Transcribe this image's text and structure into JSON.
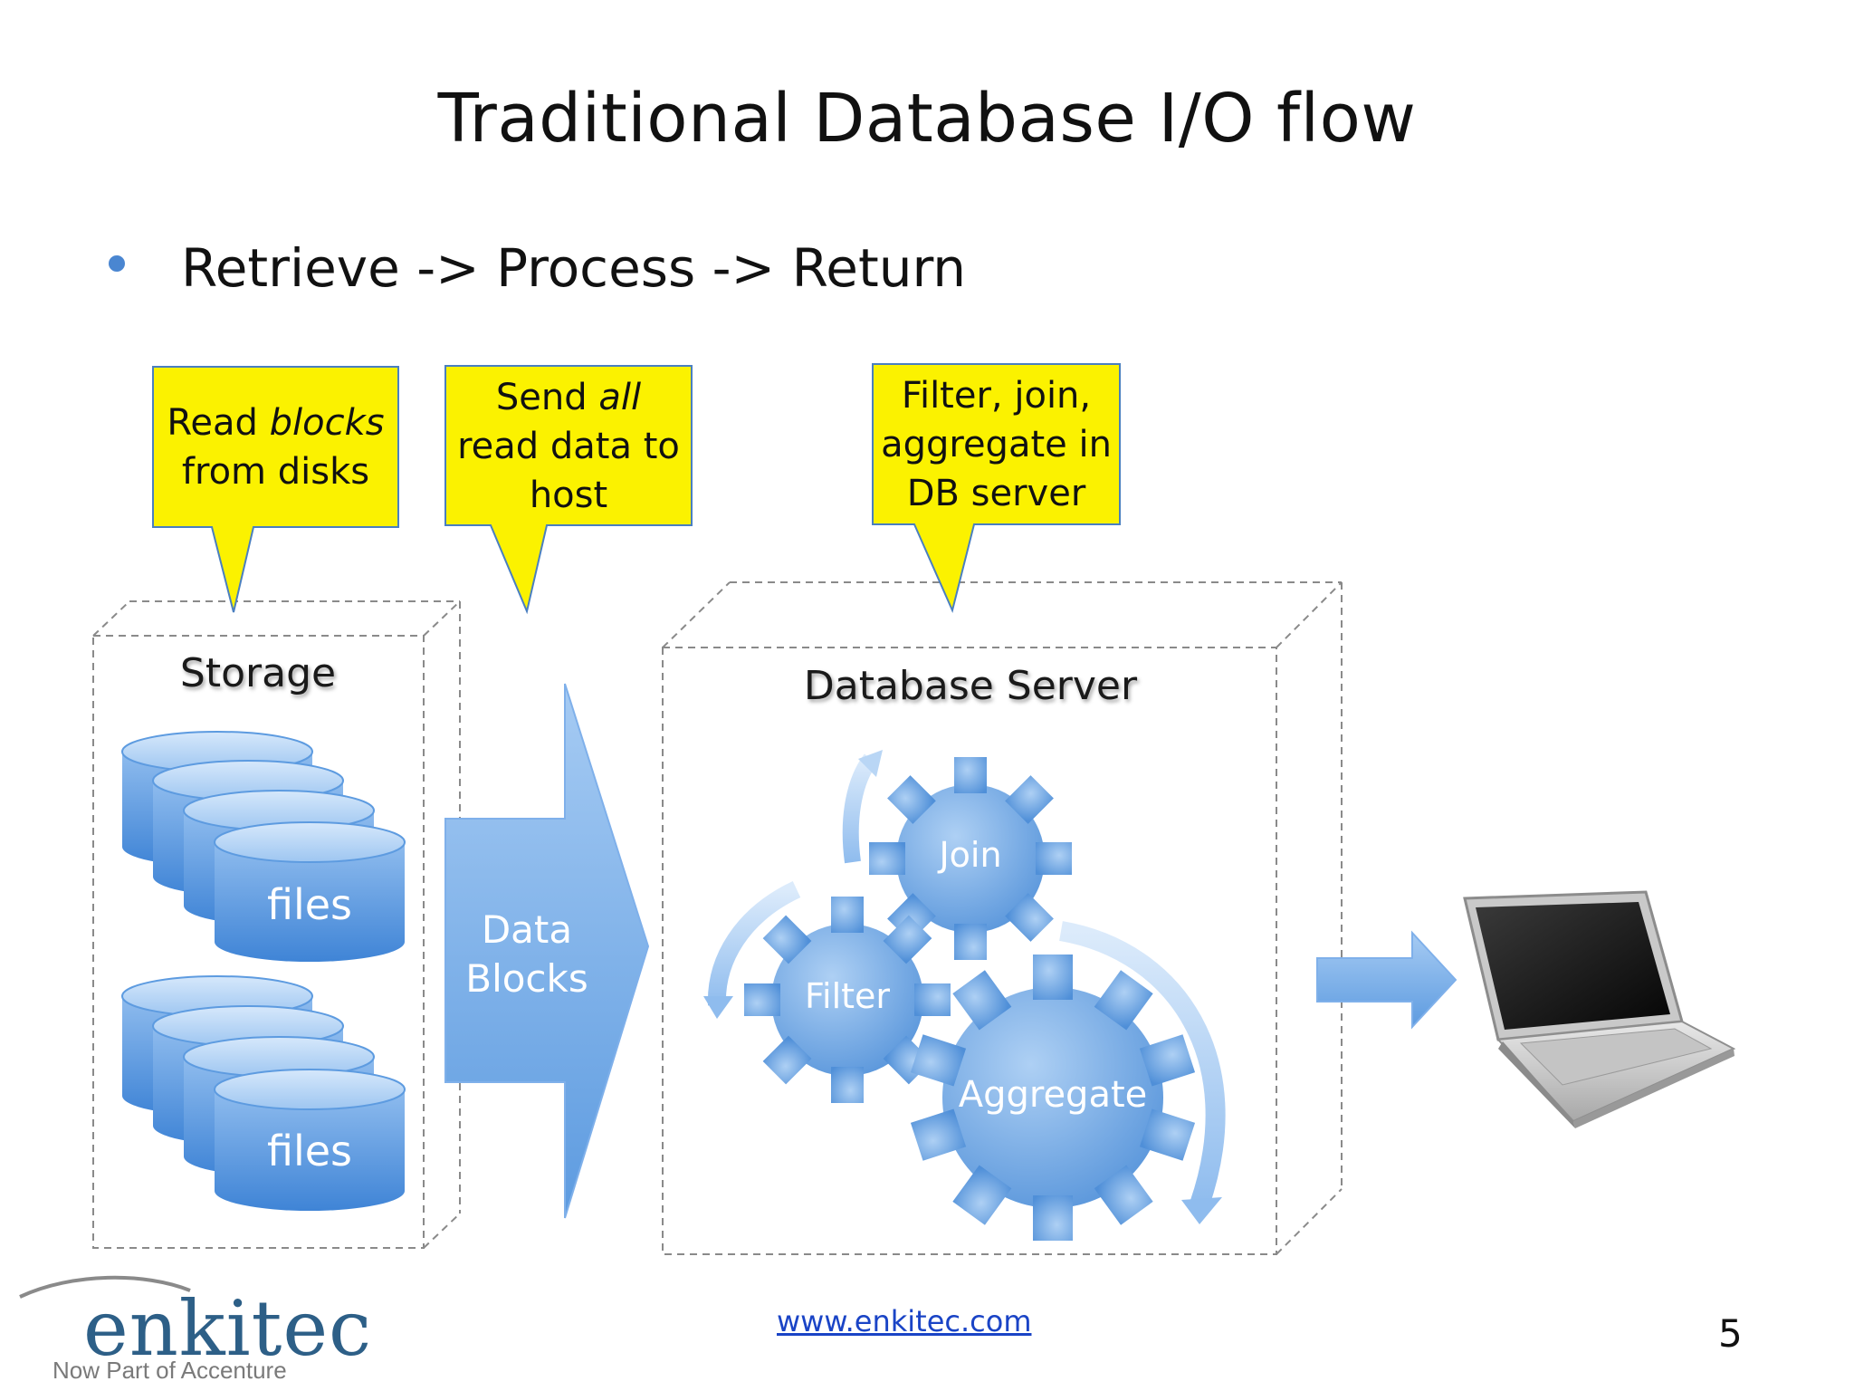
{
  "slide": {
    "title": "Traditional Database I/O flow",
    "bullet": "Retrieve -> Process -> Return",
    "footer_link": "www.enkitec.com",
    "page_number": "5"
  },
  "callouts": {
    "read_prefix": "Read ",
    "read_em": "blocks",
    "read_suffix": "from disks",
    "send_prefix": "Send ",
    "send_em": "all",
    "send_line2": "read data to",
    "send_line3": "host",
    "filter_line1": "Filter, join,",
    "filter_line2": "aggregate in",
    "filter_line3": "DB server"
  },
  "diagram": {
    "storage_label": "Storage",
    "files_label_1": "files",
    "files_label_2": "files",
    "data_blocks_line1": "Data",
    "data_blocks_line2": "Blocks",
    "db_server_label": "Database Server",
    "gear_join": "Join",
    "gear_filter": "Filter",
    "gear_aggregate": "Aggregate"
  },
  "logo": {
    "wordmark": "enkitec",
    "tagline": "Now Part of Accenture"
  },
  "colors": {
    "callout_fill": "#fbf200",
    "callout_border": "#4a7fc0",
    "shape_blue": "#5d9be0",
    "shape_blue_light": "#a9ccf2",
    "link": "#1a44c6"
  }
}
